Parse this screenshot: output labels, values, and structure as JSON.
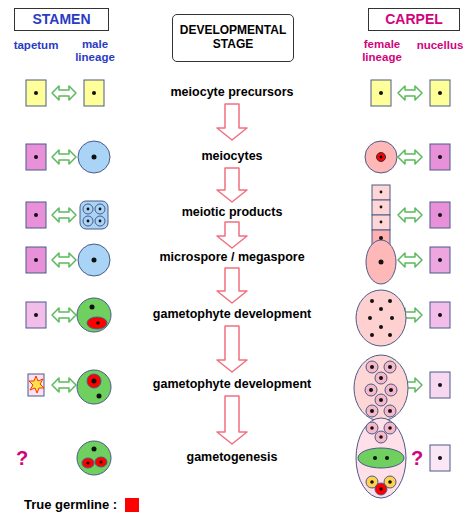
{
  "diagram": {
    "nodes": [
      {
        "text": [
          "STAMEN"
        ]
      },
      {
        "text": [
          "DEVELOPMENTAL STAGE"
        ]
      },
      {
        "text": [
          "CARPEL"
        ]
      }
    ],
    "labels": [
      "tapetum",
      "male lineage",
      "female lineage",
      "nucellus",
      "meiocyte precursors",
      "meiocytes",
      "meiotic products",
      "microspore / megaspore",
      "gametophyte development",
      "gametophyte development",
      "?",
      "gametogenesis",
      "?"
    ],
    "legend": [
      {
        "text": "True germline :",
        "color": "#ff0000"
      }
    ]
  }
}
